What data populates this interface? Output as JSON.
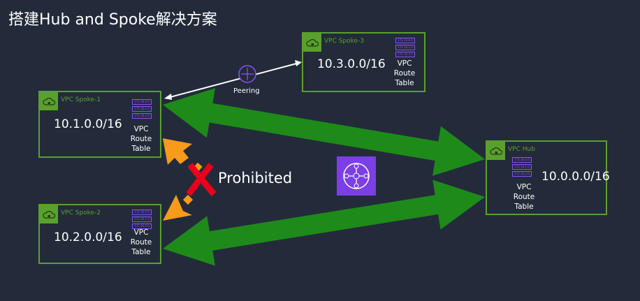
{
  "title": "搭建Hub and Spoke解决方案",
  "route_table_entries": [
    "172.16.0.0",
    "172.16.1.0",
    "172.16.2.0"
  ],
  "route_table_label": [
    "VPC",
    "Route",
    "Table"
  ],
  "vpcs": {
    "spoke1": {
      "name": "VPC Spoke-1",
      "cidr": "10.1.0.0/16"
    },
    "spoke2": {
      "name": "VPC Spoke-2",
      "cidr": "10.2.0.0/16"
    },
    "spoke3": {
      "name": "VPC Spoke-3",
      "cidr": "10.3.0.0/16"
    },
    "hub": {
      "name": "VPC Hub",
      "cidr": "10.0.0.0/16"
    }
  },
  "peering_label": "Peering",
  "prohibited_label": "Prohibited",
  "colors": {
    "bg": "#232b3a",
    "vpc": "#5aa02c",
    "arrow": "#1e8a1a",
    "orange": "#f89b1a",
    "purple": "#8c4fff",
    "x": "#e8001c"
  }
}
